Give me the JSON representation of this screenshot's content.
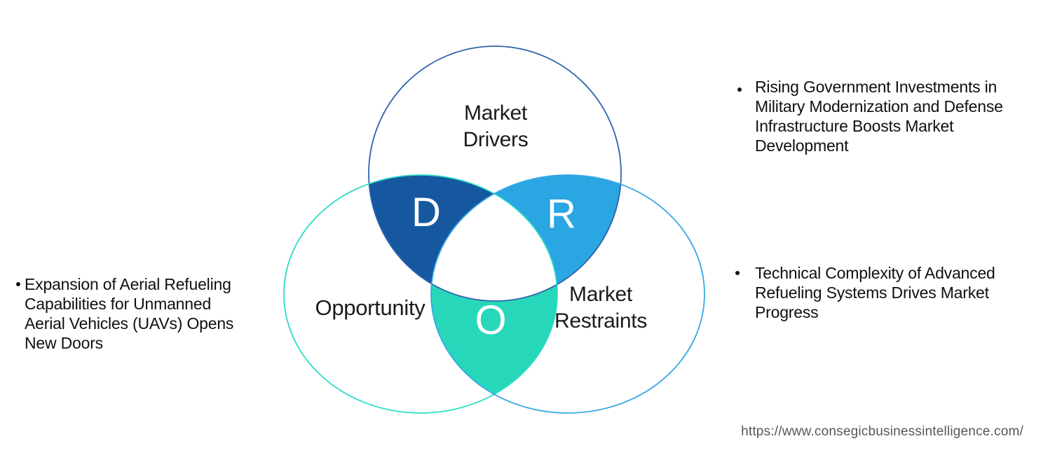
{
  "venn": {
    "circles": {
      "drivers": {
        "label": "Market\nDrivers",
        "letter": "D",
        "fill": "#1558a0",
        "stroke": "#2e63ad"
      },
      "opportunity": {
        "label": "Opportunity",
        "letter": "O",
        "fill": "#27d7b9",
        "stroke": "#2cdcc6"
      },
      "restraints": {
        "label": "Market\nRestraints",
        "letter": "R",
        "fill": "#2aa6e2",
        "stroke": "#36a7e6"
      }
    }
  },
  "bullets": {
    "opportunity": "Expansion of Aerial Refueling\nCapabilities for Unmanned\nAerial Vehicles (UAVs) Opens\nNew Doors",
    "driver": "Rising Government Investments in\nMilitary Modernization and Defense\nInfrastructure Boosts Market\nDevelopment",
    "restraint": "Technical Complexity of Advanced\nRefueling Systems Drives Market\nProgress"
  },
  "footer": {
    "url": "https://www.consegicbusinessintelligence.com/"
  }
}
